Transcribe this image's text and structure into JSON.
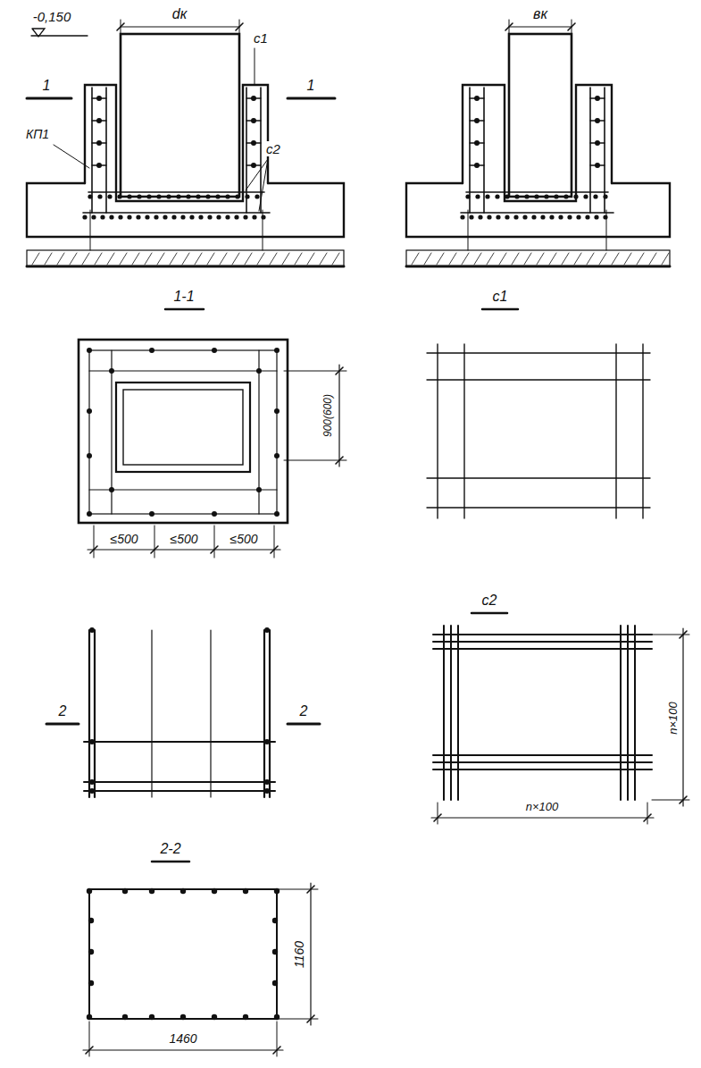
{
  "diagram": {
    "labels": [
      "-0,150",
      "dк",
      "с1",
      "1",
      "1",
      "КП1",
      "с2",
      "вк",
      "1-1",
      "с1",
      "900(600)",
      "≤500",
      "≤500",
      "≤500",
      "с2",
      "2",
      "2",
      "n×100",
      "n×100",
      "2-2",
      "1160",
      "1460"
    ]
  }
}
